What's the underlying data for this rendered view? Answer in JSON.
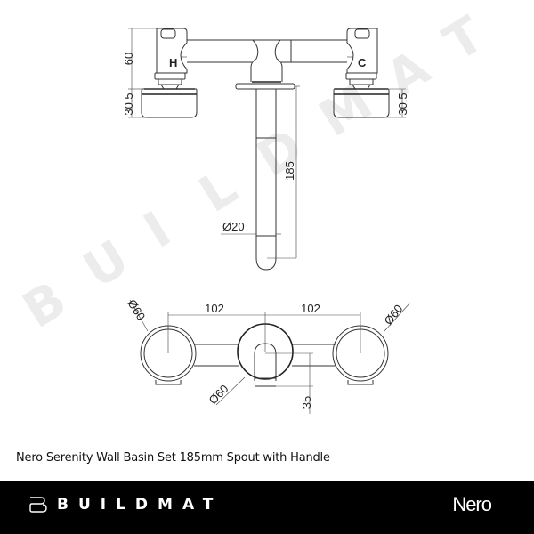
{
  "drawing": {
    "watermark": "BUILDMAT",
    "watermark_letters": [
      "B",
      "U",
      "I",
      "L",
      "D",
      "M",
      "A",
      "T"
    ],
    "side_view": {
      "handle_label_left": "H",
      "handle_label_right": "C",
      "dim_handle_height": "60",
      "dim_flange_left": "30.5",
      "dim_flange_right": "30.5",
      "dim_spout_length": "185",
      "dim_spout_diameter": "Ø20"
    },
    "front_view": {
      "dim_left_spacing": "102",
      "dim_right_spacing": "102",
      "dim_left_plate": "Ø60",
      "dim_right_plate": "Ø60",
      "dim_center_plate": "Ø60",
      "dim_spout_drop": "35"
    }
  },
  "caption": "Nero Serenity Wall Basin Set 185mm Spout with Handle",
  "footer": {
    "brand": "BUILDMAT",
    "partner": "Nero",
    "background": "#000000",
    "text_color": "#ffffff"
  }
}
